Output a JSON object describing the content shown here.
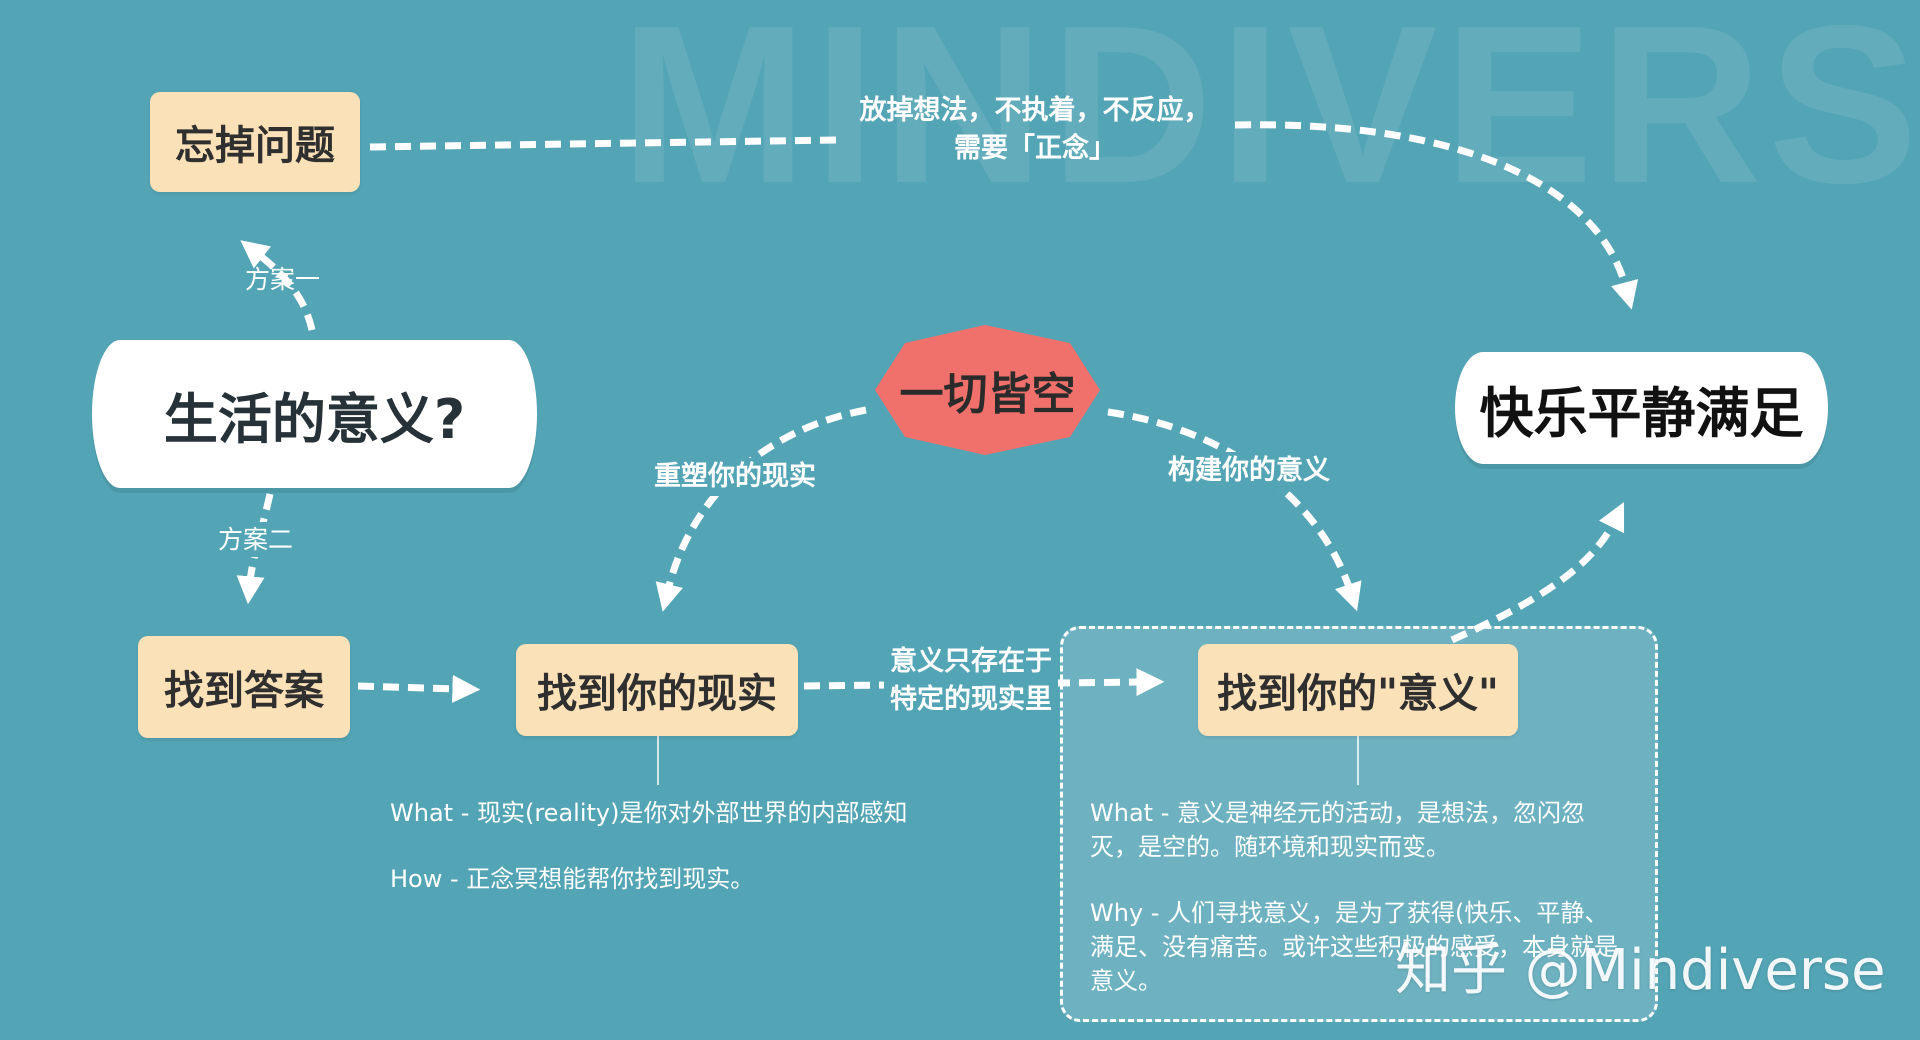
{
  "watermark_text": "MINDIVERSE",
  "footer_watermark": "知乎 @Mindiverse",
  "colors": {
    "background": "#53a4b5",
    "node_peach": "#fbe1b8",
    "hexagon": "#f0716b",
    "panel_tint": "rgba(255,255,255,0.16)"
  },
  "nodes": {
    "forget": "忘掉问题",
    "meaning_question": "生活的意义?",
    "find_answer": "找到答案",
    "find_reality": "找到你的现实",
    "emptiness": "一切皆空",
    "find_meaning": "找到你的\"意义\"",
    "happiness": "快乐平静满足"
  },
  "edges": {
    "plan_one": "方案一",
    "plan_two": "方案二",
    "let_go_line1": "放掉想法，不执着，不反应，",
    "let_go_line2": "需要「正念」",
    "reshape_reality": "重塑你的现实",
    "build_meaning": "构建你的意义",
    "meaning_exists_line1": "意义只存在于",
    "meaning_exists_line2": "特定的现实里"
  },
  "reality_notes": [
    "What - 现实(reality)是你对外部世界的内部感知",
    "How - 正念冥想能帮你找到现实。"
  ],
  "meaning_notes": [
    "What - 意义是神经元的活动，是想法，忽闪忽灭，是空的。随环境和现实而变。",
    "Why - 人们寻找意义，是为了获得(快乐、平静、满足、没有痛苦。或许这些积极的感受，本身就是意义。"
  ]
}
